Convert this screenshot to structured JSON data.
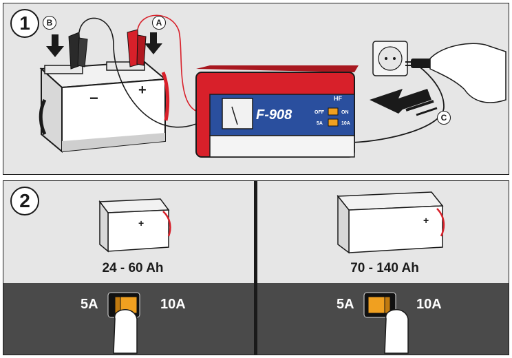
{
  "step1": {
    "number": "1",
    "callouts": {
      "a": "A",
      "b": "B",
      "c": "C"
    },
    "charger": {
      "model": "F-908",
      "brand": "HF",
      "off_label": "OFF",
      "on_label": "ON",
      "low_label": "5A",
      "high_label": "10A"
    },
    "battery_minus": "−",
    "battery_plus": "+"
  },
  "step2": {
    "number": "2",
    "left": {
      "capacity": "24 - 60 Ah",
      "low": "5A",
      "high": "10A"
    },
    "right": {
      "capacity": "70 - 140 Ah",
      "low": "5A",
      "high": "10A"
    }
  },
  "colors": {
    "charger_red": "#d8202a",
    "charger_blue": "#2a4f9e",
    "switch_orange": "#f0a020",
    "clamp_red": "#d8202a"
  }
}
